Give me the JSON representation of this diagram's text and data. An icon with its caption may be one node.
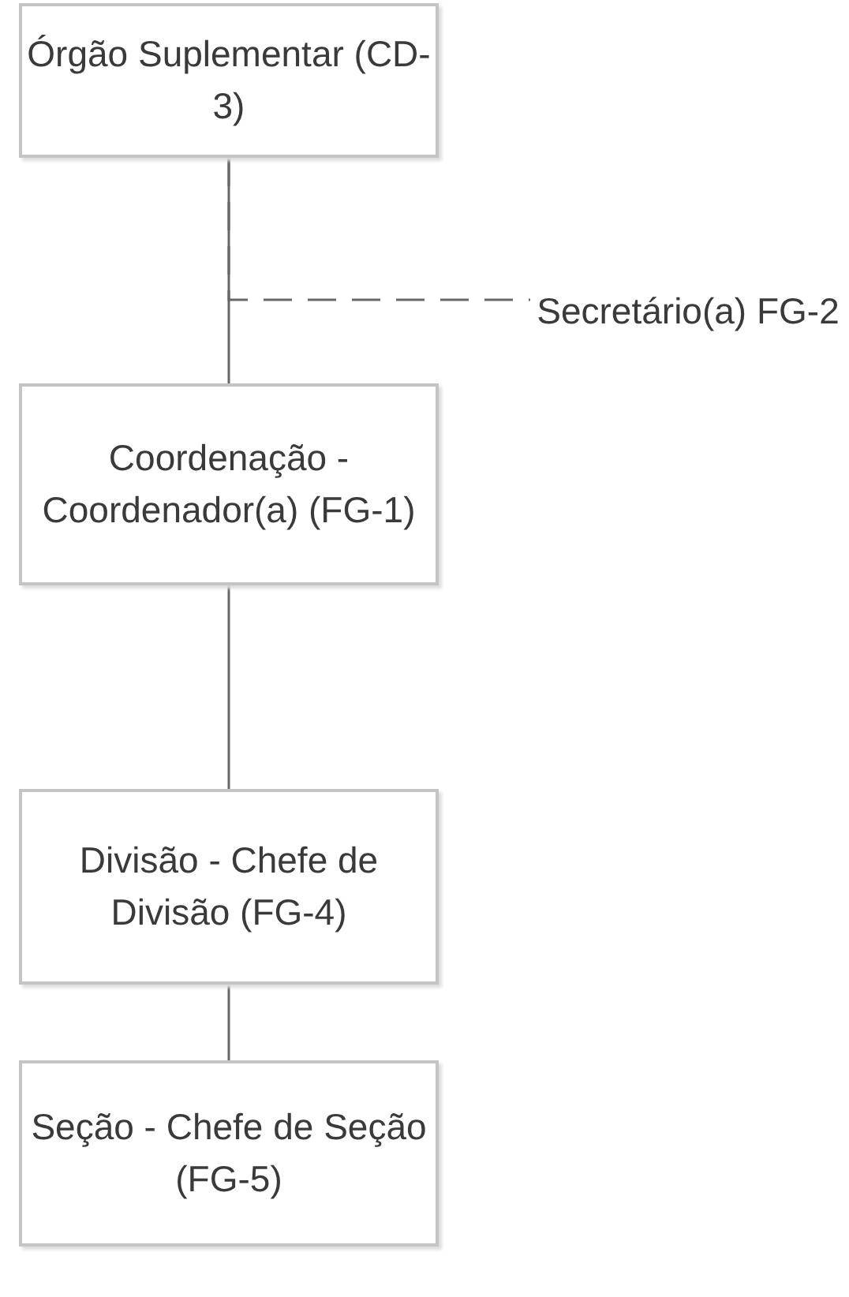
{
  "diagram": {
    "nodes": [
      {
        "text": [
          "Órgão Suplementar (CD-3)"
        ]
      },
      {
        "text": [
          "Secretário(a) FG-2"
        ]
      },
      {
        "text": [
          "Coordenação - Coordenador(a) (FG-1)"
        ]
      },
      {
        "text": [
          "Divisão - Chefe de Divisão (FG-4)"
        ]
      },
      {
        "text": [
          "Seção - Chefe de Seção (FG-5)"
        ]
      }
    ],
    "edges": [
      {
        "from": 0,
        "to": 2,
        "arrow": "none"
      },
      {
        "from": 0,
        "to": 1,
        "arrow": "none",
        "style": "dashed"
      },
      {
        "from": 2,
        "to": 3,
        "arrow": "none"
      },
      {
        "from": 3,
        "to": 4,
        "arrow": "none"
      }
    ]
  }
}
